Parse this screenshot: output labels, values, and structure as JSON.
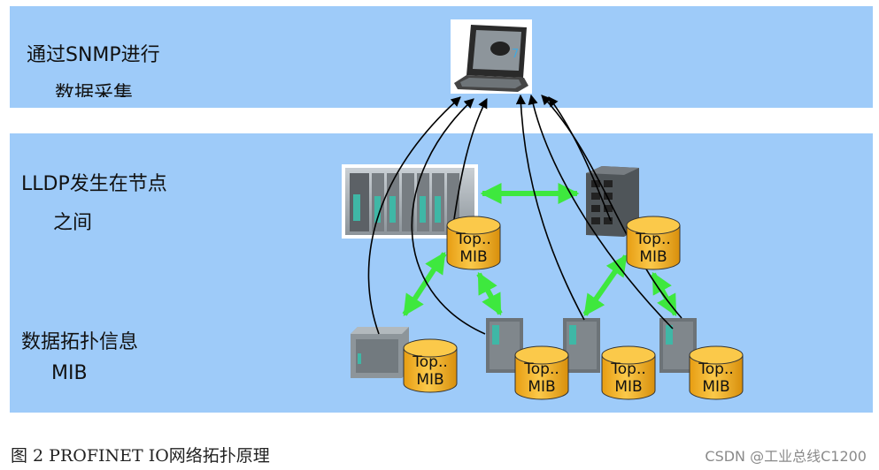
{
  "labels": {
    "snmp_line1": "通过SNMP进行",
    "snmp_line2": "数据采集",
    "lldp_line1": "LLDP发生在节点",
    "lldp_line2": "之间",
    "topo_line1": "数据拓扑信息",
    "topo_line2": "MIB"
  },
  "db": {
    "line1": "Top..",
    "line2": "MIB"
  },
  "caption": "图 2 PROFINET IO网络拓扑原理",
  "watermark": "CSDN @工业总线C1200",
  "colors": {
    "band": "#9ecbf9",
    "db_fill": "#f3b52a",
    "arrow_green": "#3ee83e",
    "arrow_black": "#000000"
  },
  "icons": [
    "laptop-icon",
    "plc-rack-icon",
    "switch-icon",
    "io-module-icon",
    "io-device-icon",
    "database-icon"
  ]
}
